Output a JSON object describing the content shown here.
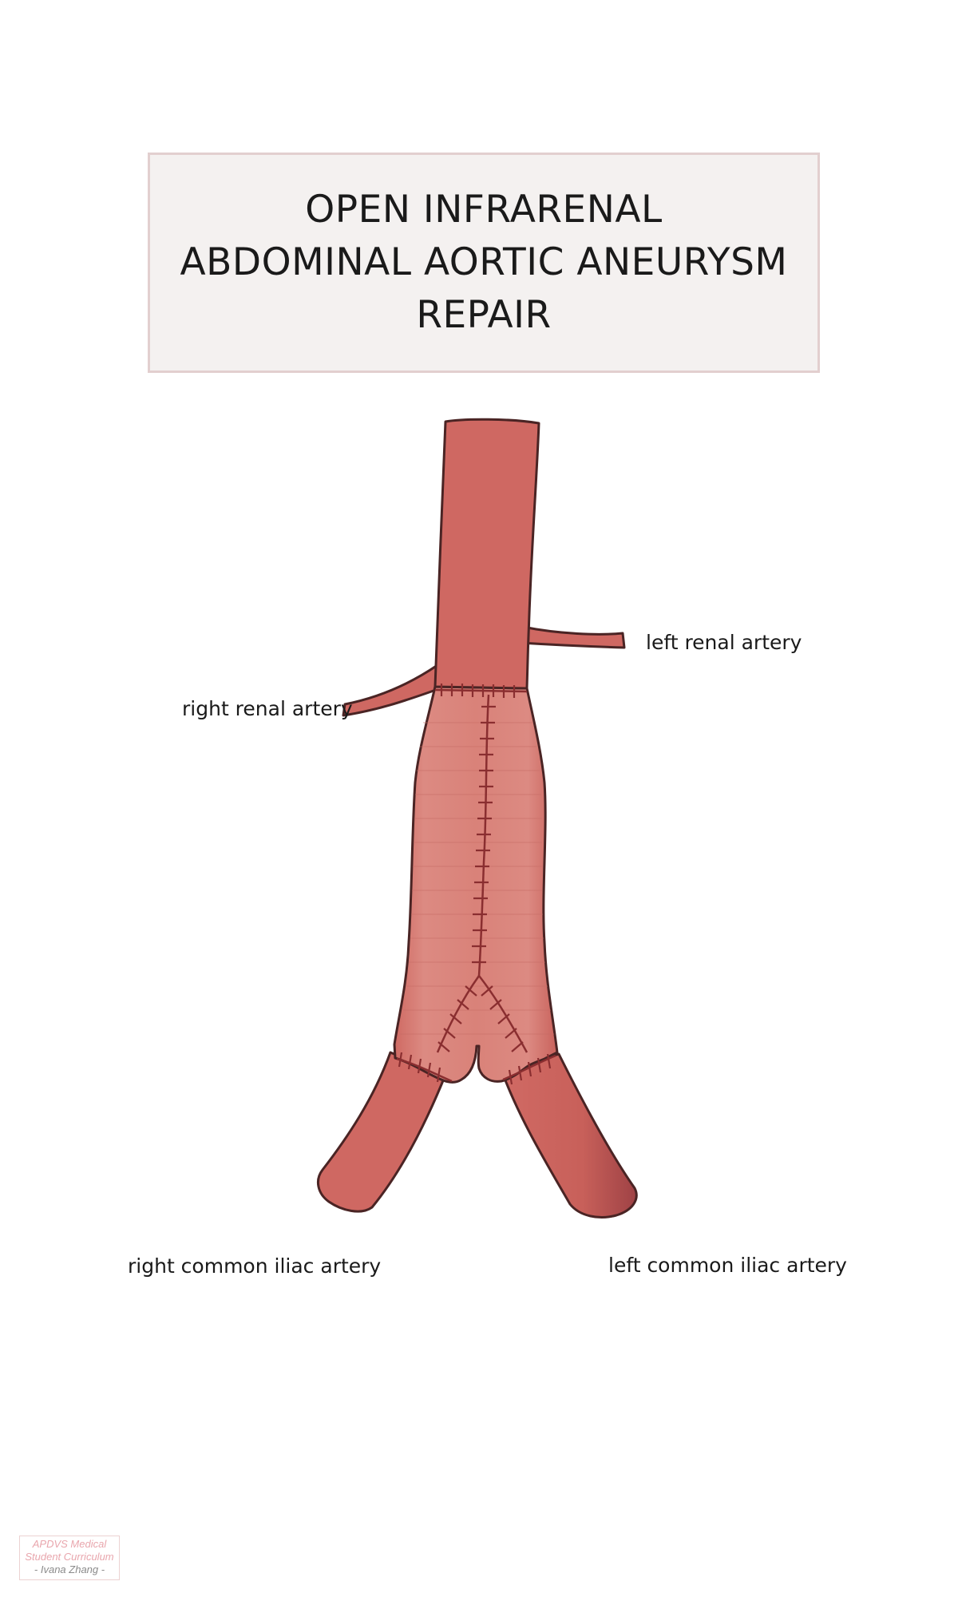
{
  "title": {
    "line1": "OPEN INFRARENAL",
    "line2": "ABDOMINAL AORTIC ANEURYSM",
    "line3": "REPAIR"
  },
  "labels": {
    "left_renal": "left renal artery",
    "right_renal": "right renal artery",
    "right_iliac": "right common iliac artery",
    "left_iliac": "left common iliac artery"
  },
  "credit": {
    "line1": "APDVS Medical",
    "line2": "Student Curriculum",
    "line3": "- Ivana Zhang -"
  },
  "colors": {
    "artery": "#cf6862",
    "graft": "#d98078",
    "outline": "#4a2424",
    "suture": "#8a2e30"
  }
}
